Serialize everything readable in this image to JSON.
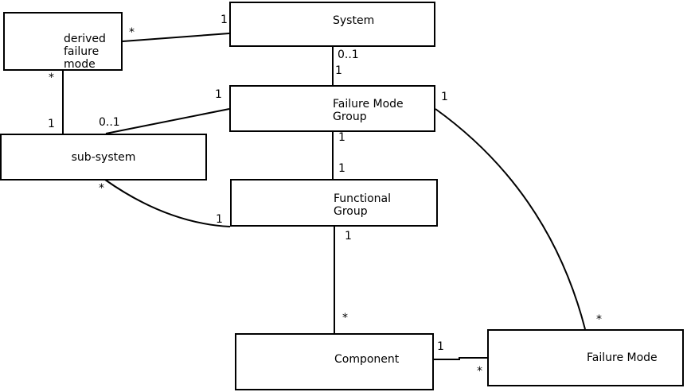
{
  "diagram": {
    "title": "failure-mode data model class diagram",
    "colors": {
      "background": "#ffffff",
      "box_fill": "#ffffff",
      "box_border": "#000000",
      "line": "#000000",
      "text": "#000000"
    },
    "nodes": {
      "derived_failure_mode": {
        "label": "derived\nfailure\nmode"
      },
      "system": {
        "label": "System"
      },
      "failure_mode_group": {
        "label": "Failure Mode\nGroup"
      },
      "sub_system": {
        "label": "sub-system"
      },
      "functional_group": {
        "label": "Functional\nGroup"
      },
      "component": {
        "label": "Component"
      },
      "failure_mode": {
        "label": "Failure Mode"
      }
    },
    "multiplicities": {
      "dfm_to_system_star": "*",
      "system_to_dfm_one": "1",
      "system_to_fmg_zero_one": "0..1",
      "fmg_to_system_one": "1",
      "dfm_to_sub_star": "*",
      "sub_to_dfm_one": "1",
      "sub_to_fmg_zero_one": "0..1",
      "fmg_to_sub_one": "1",
      "fmg_to_fm_one": "1",
      "fmg_to_fg_one": "1",
      "fg_to_fmg_one": "1",
      "fg_to_sub_one": "1",
      "fg_to_comp_one": "1",
      "comp_to_fg_star": "*",
      "comp_to_fm_one": "1",
      "fm_to_comp_star": "*",
      "fm_to_fmg_star": "*",
      "sub_to_fg_star": "*"
    }
  }
}
